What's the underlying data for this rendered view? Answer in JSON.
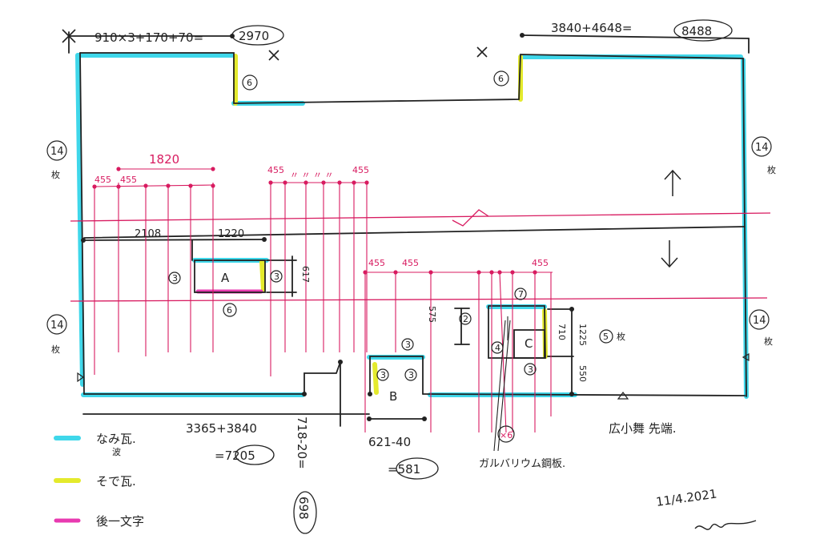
{
  "dimensions": {
    "top_left_formula": "910×3+170+70=",
    "top_left_result": "2970",
    "top_right_formula": "3840+4648=",
    "top_right_result": "8488",
    "bottom_left_formula": "3365+3840",
    "bottom_left_result": "=7205",
    "bottom_mid_formula": "621-40",
    "bottom_mid_result": "=581",
    "vertical_formula": "718-20=",
    "vertical_result": "698"
  },
  "magenta_dims": {
    "top_1820": "1820",
    "left_455a": "455",
    "left_455b": "455",
    "mid_455a": "455",
    "mid_455b": "455",
    "mid_quote_marks": "〃 〃 〃 〃",
    "right_455a": "455",
    "right_455b": "455",
    "right_455c": "455"
  },
  "black_dims": {
    "d2108": "2108",
    "d1220": "1220",
    "d617": "617",
    "d575": "575",
    "d710": "710",
    "d1225": "1225",
    "d550": "550"
  },
  "openings": {
    "a_label": "A",
    "b_label": "B",
    "c_label": "C"
  },
  "counts": {
    "left_upper": "14",
    "left_lower": "14",
    "right_upper": "14",
    "right_lower": "14",
    "mai": "枚",
    "top_left_six": "6",
    "top_right_six": "6",
    "a_left": "3",
    "a_right": "3",
    "a_bottom": "6",
    "b_top": "3",
    "b_left": "3",
    "b_right": "3",
    "c_top": "7",
    "c_left": "2",
    "c_mid": "4",
    "c_low": "3",
    "c_right": "5",
    "x6": "×6"
  },
  "notes": {
    "galvalume": "ガルバリウム鋼板.",
    "hiroko_mai": "広小舞 先端.",
    "date": "11/4.2021"
  },
  "legend": [
    {
      "label": "なみ瓦.",
      "sub": "波",
      "color": "#3fd7ea"
    },
    {
      "label": "そで瓦.",
      "sub": "",
      "color": "#e4ea2c"
    },
    {
      "label": "後一文字",
      "sub": "",
      "color": "#e83ab0"
    }
  ],
  "colors": {
    "nami": "#3fd7ea",
    "sode": "#e4ea2c",
    "ato": "#e83ab0",
    "ink": "#222222",
    "red": "#d81b60"
  }
}
